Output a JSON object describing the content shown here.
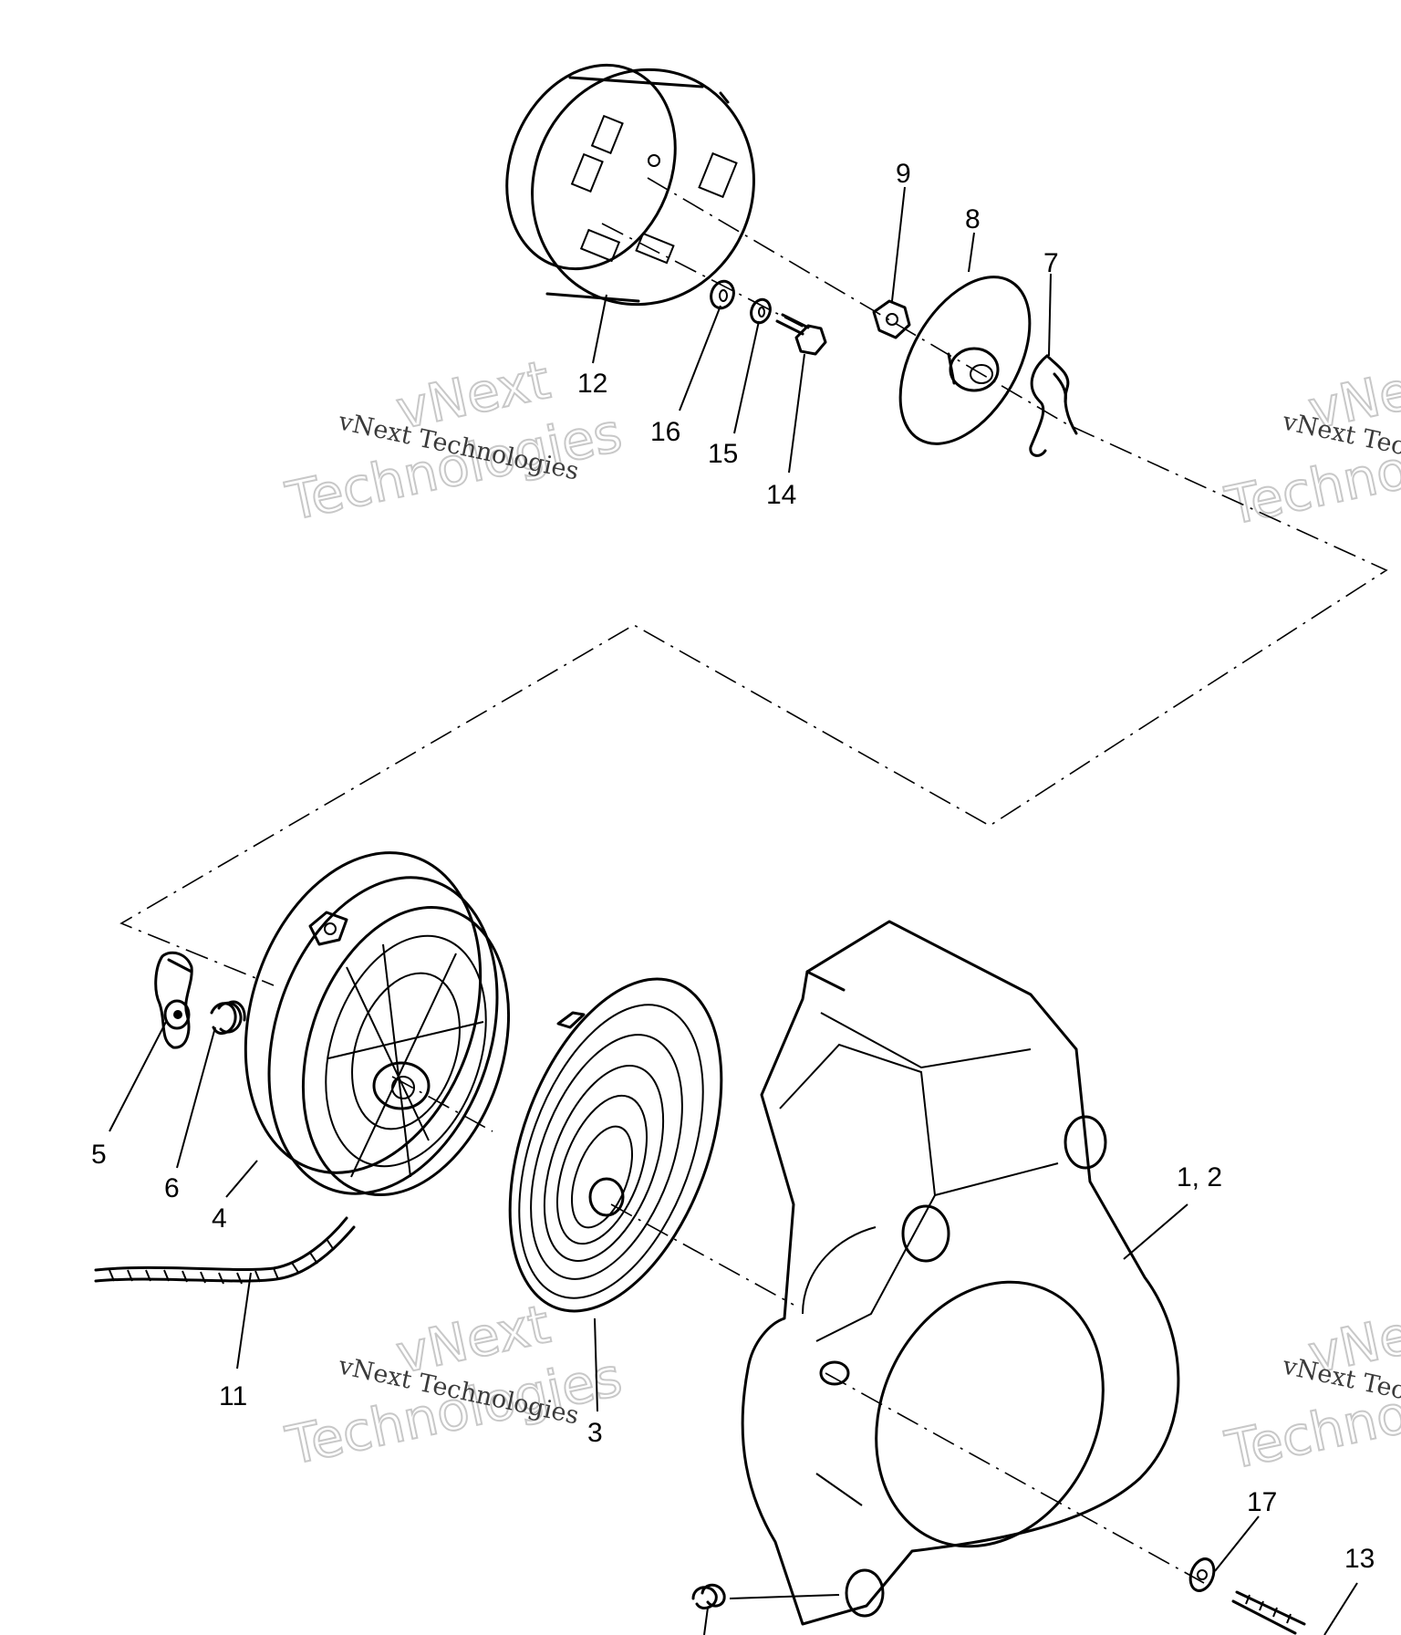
{
  "callouts": {
    "c1_2": "1, 2",
    "c3": "3",
    "c4": "4",
    "c5": "5",
    "c6": "6",
    "c7": "7",
    "c8": "8",
    "c9": "9",
    "c11": "11",
    "c12": "12",
    "c13": "13",
    "c14": "14",
    "c15": "15",
    "c16": "16",
    "c17": "17"
  },
  "watermark": {
    "company": "vNext Technologies",
    "word1": "vNext",
    "word2": "Technologies"
  }
}
